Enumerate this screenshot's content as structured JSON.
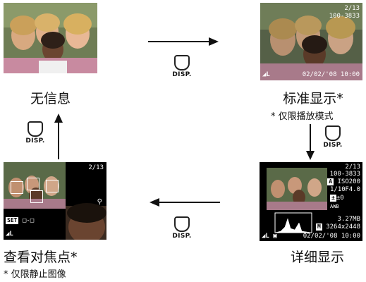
{
  "panels": {
    "no_info": {
      "caption": "无信息"
    },
    "standard": {
      "caption": "标准显示*",
      "note": "* 仅限播放模式",
      "counter": "2/13",
      "file_no": "100-3833",
      "datetime": "02/02/'08  10:00"
    },
    "detailed": {
      "caption": "详细显示",
      "counter": "2/13",
      "file_no": "100-3833",
      "iso": "ISO200",
      "shutter": "1/10",
      "aperture": "F4.0",
      "exposure": "±0",
      "file_size": "3.27MB",
      "resolution": "3264x2448",
      "datetime": "02/02/'08  10:00"
    },
    "focus_check": {
      "caption": "查看对焦点*",
      "note": "* 仅限静止图像",
      "counter": "2/13",
      "set_label": "SET"
    }
  },
  "disp_buttons": [
    {
      "label": "DISP."
    },
    {
      "label": "DISP."
    },
    {
      "label": "DISP."
    },
    {
      "label": "DISP."
    }
  ],
  "icons": [
    "disp-button-icon",
    "arrow-right-icon",
    "arrow-down-icon",
    "arrow-left-icon",
    "arrow-up-icon",
    "magnify-icon",
    "set-icon"
  ]
}
